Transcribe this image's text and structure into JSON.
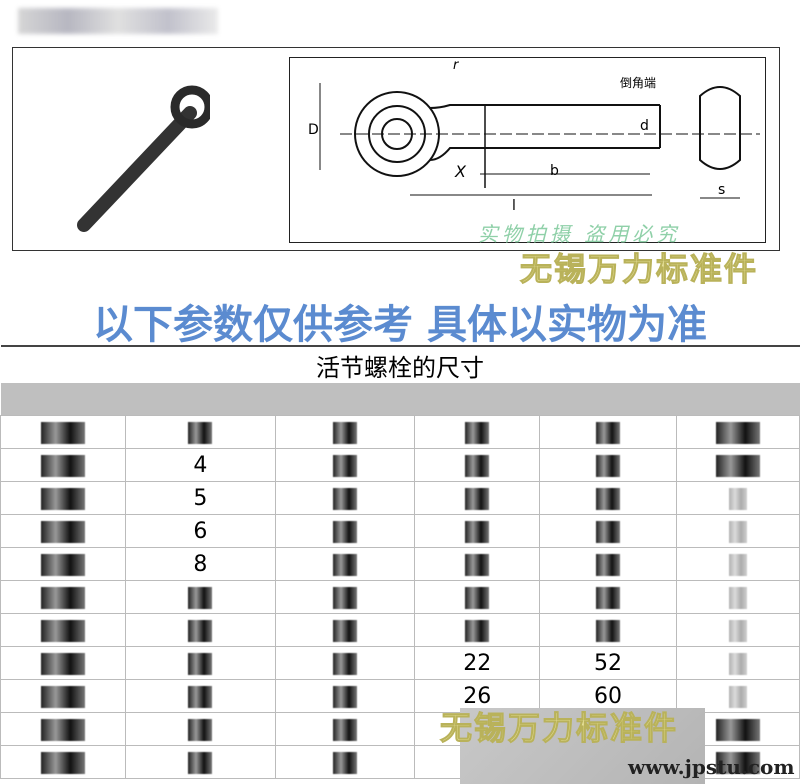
{
  "watermark": {
    "brand": "无锡万力标准件",
    "notice": "实物拍摄 盗用必究"
  },
  "drawing": {
    "labels": {
      "r": "r",
      "chamfer": "倒角端",
      "D": "D",
      "d": "d",
      "X": "X",
      "b": "b",
      "l": "l",
      "s": "s"
    }
  },
  "headline": "以下参数仅供参考 具体以实物为准",
  "table": {
    "title": "活节螺栓的尺寸",
    "rows": [
      [
        "",
        "",
        "",
        "",
        "",
        ""
      ],
      [
        "",
        "4",
        "",
        "",
        "",
        ""
      ],
      [
        "",
        "5",
        "",
        "",
        "",
        ""
      ],
      [
        "",
        "6",
        "",
        "",
        "",
        ""
      ],
      [
        "",
        "8",
        "",
        "",
        "",
        ""
      ],
      [
        "",
        "",
        "",
        "",
        "",
        ""
      ],
      [
        "",
        "",
        "",
        "",
        "",
        ""
      ],
      [
        "",
        "",
        "",
        "22",
        "52",
        ""
      ],
      [
        "",
        "",
        "",
        "26",
        "60",
        ""
      ],
      [
        "",
        "",
        "",
        "",
        "",
        ""
      ],
      [
        "",
        "",
        "",
        "",
        "",
        ""
      ]
    ]
  },
  "footer_url": "www.jpstu.com"
}
